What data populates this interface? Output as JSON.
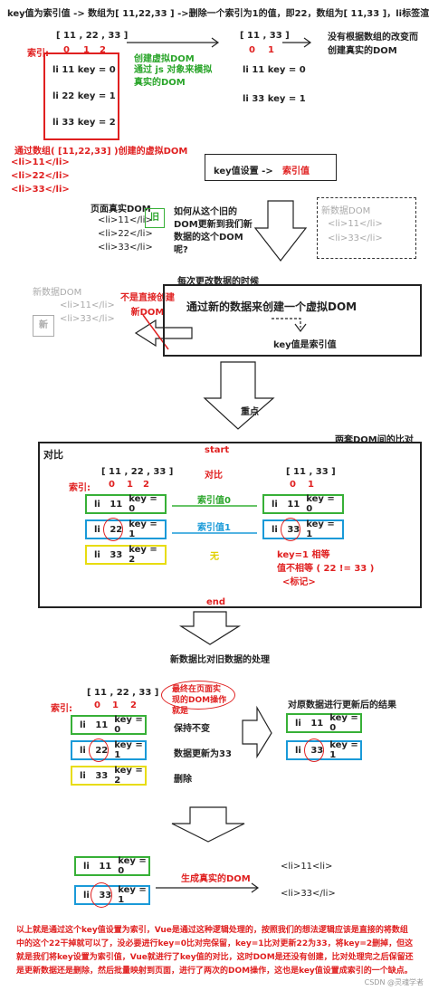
{
  "title": "key值为索引值 -> 数组为[ 11,22,33 ] ->删除一个索引为1的值，即22，数组为[ 11,33 ]，li标签渲染",
  "top": {
    "array_left": "[ 11 , 22 , 33 ]",
    "index_label": "索引:",
    "indices_left": [
      "0",
      "1",
      "2"
    ],
    "rows_left": [
      "li  11  key = 0",
      "li  22  key = 1",
      "li  33  key = 2"
    ],
    "create_vdom": "创建虚拟DOM",
    "simulate": "通过 js 对象来模拟真实的DOM",
    "array_right": "[ 11 , 33 ]",
    "indices_right": [
      "0",
      "1"
    ],
    "rows_right": [
      "li  11  key = 0",
      "li  33  key = 1"
    ],
    "no_real_dom": "没有根据数组的改变而创建真实的DOM",
    "created_vdom_caption": "通过数组( [11,22,33] )创建的虚拟DOM",
    "li_list": [
      "<li>11</li>",
      "<li>22</li>",
      "<li>33</li>"
    ]
  },
  "keybox": {
    "text": "key值设置 ->",
    "value": "索引值"
  },
  "real_dom": {
    "label": "页面真实DOM",
    "items": [
      "<li>11</li>",
      "<li>22</li>",
      "<li>33</li>"
    ],
    "old_tag": "旧",
    "question": "如何从这个旧的DOM更新到我们新数据的这个DOM呢?",
    "new_label": "新数据DOM",
    "new_items": [
      "<li>11</li>",
      "<li>33</li>"
    ]
  },
  "section2": {
    "every_change": "每次更改数据的时候",
    "new_label": "新数据DOM",
    "new_items": [
      "<li>11</li>",
      "<li>33</li>"
    ],
    "new_tag": "新",
    "not_direct": "不是直接创建新DOM",
    "create_by_new": "通过新的数据来创建一个虚拟DOM",
    "key_is_index": "key值是索引值",
    "key_point": "重点",
    "compare_two": "两套DOM间的比对"
  },
  "compare": {
    "title": "对比",
    "start": "start",
    "duibi": "对比",
    "end": "end",
    "array_left": "[ 11 , 22 , 33 ]",
    "index_label": "索引:",
    "indices_left": [
      "0",
      "1",
      "2"
    ],
    "array_right": "[ 11 , 33 ]",
    "indices_right": [
      "0",
      "1"
    ],
    "left_rows": [
      [
        "li",
        "11",
        "key = 0"
      ],
      [
        "li",
        "22",
        "key = 1"
      ],
      [
        "li",
        "33",
        "key = 2"
      ]
    ],
    "right_rows": [
      [
        "li",
        "11",
        "key = 0"
      ],
      [
        "li",
        "33",
        "key = 1"
      ]
    ],
    "idx0": "索引值0",
    "idx1": "索引值1",
    "none": "无",
    "key_equal": "key=1 相等",
    "val_unequal": "值不相等 ( 22 != 33 )",
    "mark": "<标记>"
  },
  "process": {
    "title": "新数据比对旧数据的处理",
    "array": "[ 11 , 22 , 33 ]",
    "index_label": "索引:",
    "indices": [
      "0",
      "1",
      "2"
    ],
    "rows": [
      [
        "li",
        "11",
        "key = 0"
      ],
      [
        "li",
        "22",
        "key = 1"
      ],
      [
        "li",
        "33",
        "key = 2"
      ]
    ],
    "final_ops": "最终在页面实现的DOM操作就是",
    "keep": "保持不变",
    "update": "数据更新为33",
    "delete": "删除",
    "result_label": "对原数据进行更新后的结果",
    "result_rows": [
      [
        "li",
        "11",
        "key = 0"
      ],
      [
        "li",
        "33",
        "key = 1"
      ]
    ]
  },
  "final": {
    "rows": [
      [
        "li",
        "11",
        "key = 0"
      ],
      [
        "li",
        "33",
        "key = 1"
      ]
    ],
    "generate": "生成真实的DOM",
    "li_items": [
      "<li>11<li>",
      "<li>33</li>"
    ]
  },
  "bottom_text": "以上就是通过这个key值设置为索引，Vue是通过这种逻辑处理的，按照我们的想法逻辑应该是直接的将数组中的这个22干掉就可以了，没必要进行key=0比对完保留，key=1比对更新22为33，将key=2删掉，但这就是我们将key设置为索引值，Vue就进行了key值的对比，这时DOM是还没有创建，比对处理完之后保留还是更新数据还是删除，然后批量映射到页面，进行了两次的DOM操作，这也是key值设置成索引的一个缺点。",
  "watermark": "CSDN @灵魂学者"
}
